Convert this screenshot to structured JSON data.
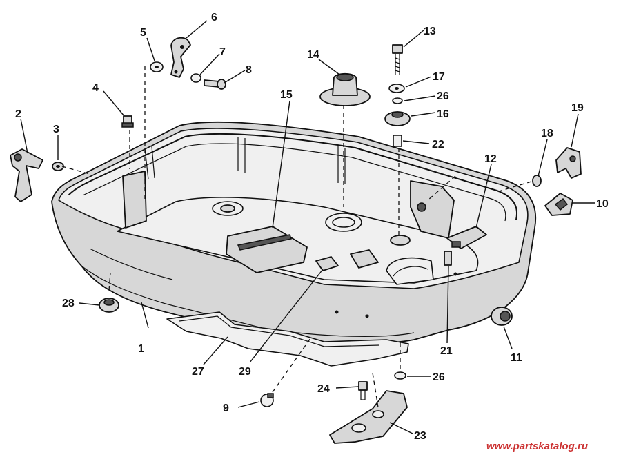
{
  "callouts": [
    {
      "id": "1",
      "label": "1"
    },
    {
      "id": "2",
      "label": "2"
    },
    {
      "id": "3",
      "label": "3"
    },
    {
      "id": "4",
      "label": "4"
    },
    {
      "id": "5",
      "label": "5"
    },
    {
      "id": "6",
      "label": "6"
    },
    {
      "id": "7",
      "label": "7"
    },
    {
      "id": "8",
      "label": "8"
    },
    {
      "id": "9",
      "label": "9"
    },
    {
      "id": "10",
      "label": "10"
    },
    {
      "id": "11",
      "label": "11"
    },
    {
      "id": "12",
      "label": "12"
    },
    {
      "id": "13",
      "label": "13"
    },
    {
      "id": "14",
      "label": "14"
    },
    {
      "id": "15",
      "label": "15"
    },
    {
      "id": "16",
      "label": "16"
    },
    {
      "id": "17",
      "label": "17"
    },
    {
      "id": "18",
      "label": "18"
    },
    {
      "id": "19",
      "label": "19"
    },
    {
      "id": "21",
      "label": "21"
    },
    {
      "id": "22",
      "label": "22"
    },
    {
      "id": "23",
      "label": "23"
    },
    {
      "id": "24",
      "label": "24"
    },
    {
      "id": "26a",
      "label": "26"
    },
    {
      "id": "26b",
      "label": "26"
    },
    {
      "id": "27",
      "label": "27"
    },
    {
      "id": "28",
      "label": "28"
    },
    {
      "id": "29",
      "label": "29"
    }
  ],
  "watermark": "www.partskatalog.ru",
  "colors": {
    "ink": "#111111",
    "watermark": "#cc3333",
    "background": "#ffffff"
  }
}
